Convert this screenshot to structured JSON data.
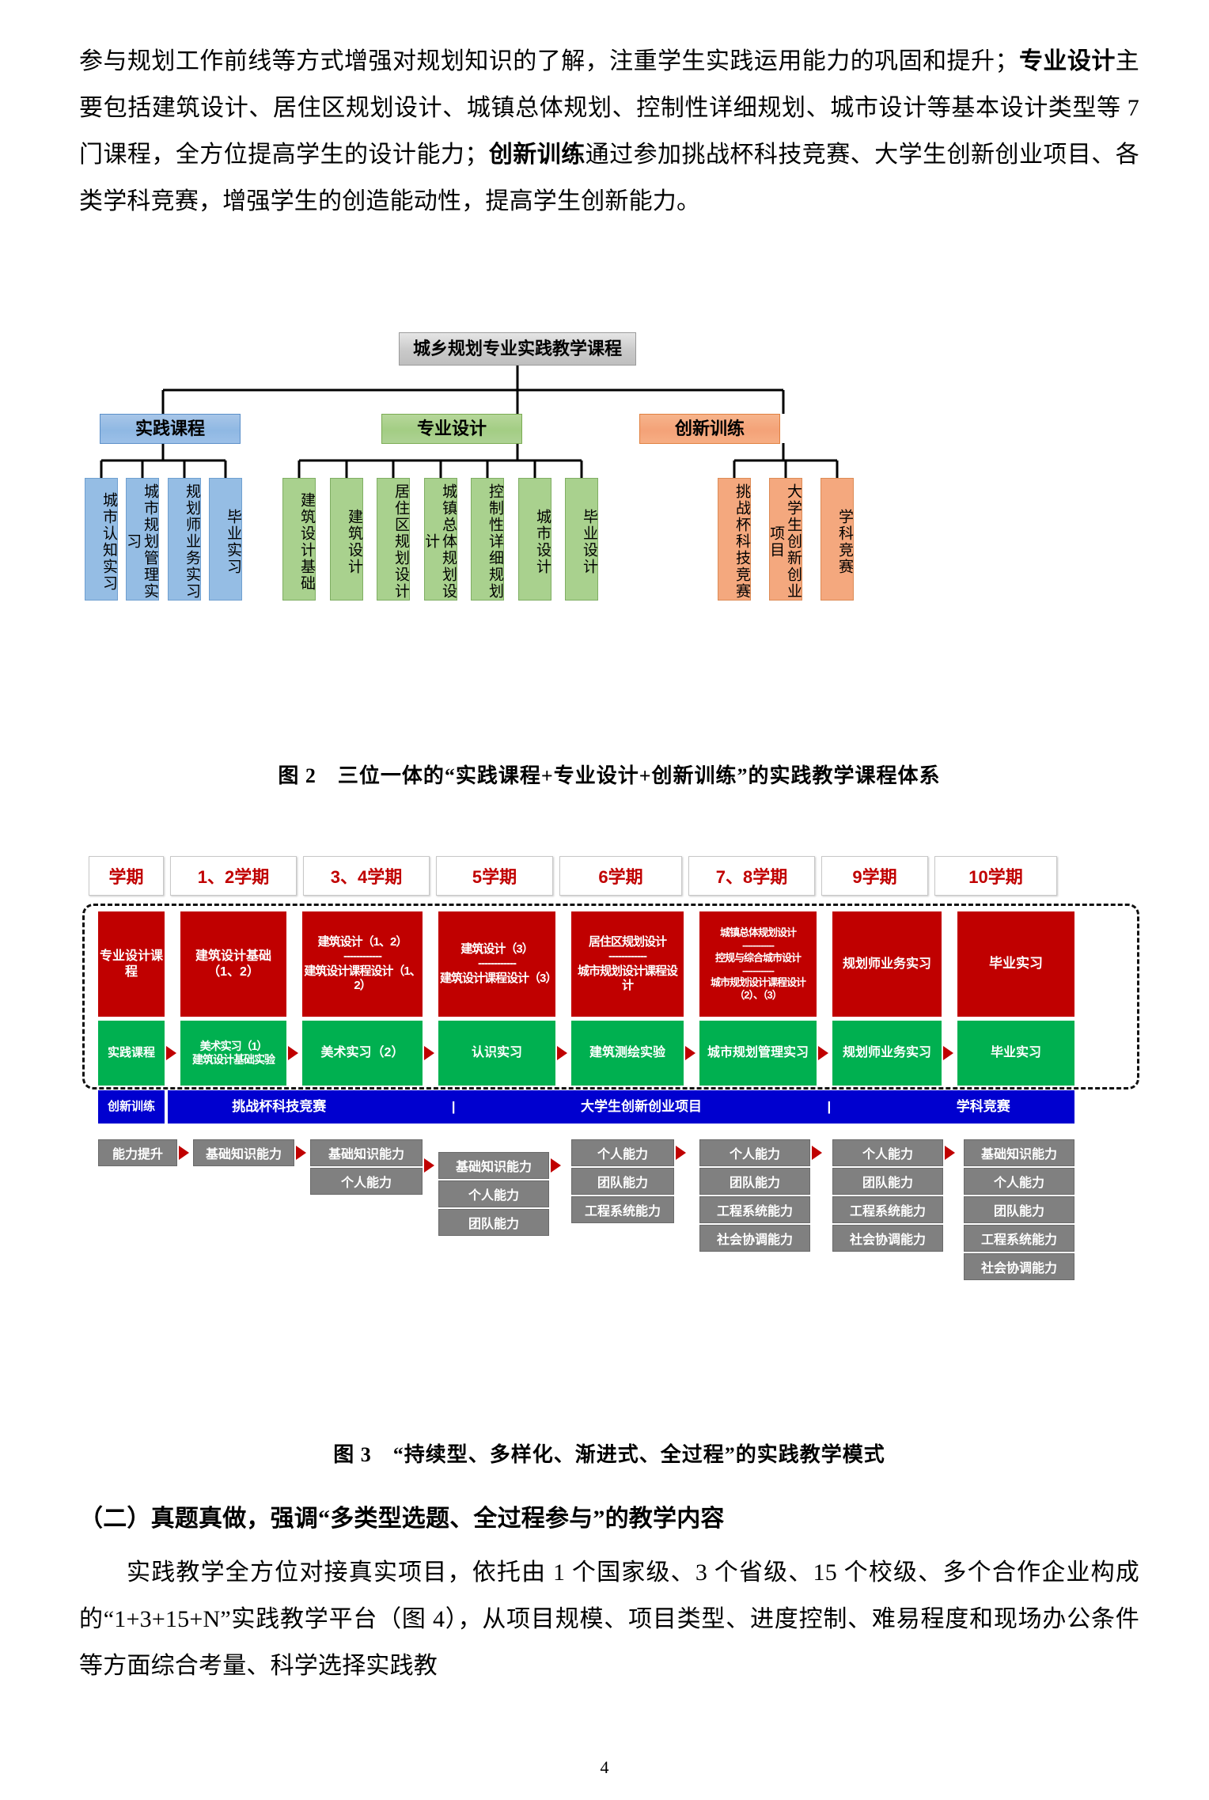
{
  "body_text": {
    "para1_lines": [
      "参与规划工作前线等方式增强对规划知识的了解，注重学生实践运用能力的巩",
      "固和提升；",
      "专业设计",
      "主要包括建筑设计、居住区规划设计、城镇总体规划、控",
      "制性详细规划、城市设计等基本设计类型等 7 门课程，全方位提高学生的设计",
      "能力；",
      "创新训练",
      "通过参加挑战杯科技竞赛、大学生创新创业项目、各类学科竞",
      "赛，增强学生的创造能动性，提高学生创新能力。"
    ],
    "para1_full": "参与规划工作前线等方式增强对规划知识的了解，注重学生实践运用能力的巩固和提升；专业设计主要包括建筑设计、居住区规划设计、城镇总体规划、控制性详细规划、城市设计等基本设计类型等 7 门课程，全方位提高学生的设计能力；创新训练通过参加挑战杯科技竞赛、大学生创新创业项目、各类学科竞赛，增强学生的创造能动性，提高学生创新能力。",
    "fig2_caption": "图 2　三位一体的“实践课程+专业设计+创新训练”的实践教学课程体系",
    "fig3_caption": "图 3　“持续型、多样化、渐进式、全过程”的实践教学模式",
    "heading2": "（二）真题真做，强调“多类型选题、全过程参与”的教学内容",
    "para2_full": "实践教学全方位对接真实项目，依托由 1 个国家级、3 个省级、15 个校级、多个合作企业构成的“1+3+15+N”实践教学平台（图 4），从项目规模、项目类型、进度控制、难易程度和现场办公条件等方面综合考量、科学选择实践教",
    "para2_lines": [
      "实践教学全方位对接真实项目，依托由 1 个国家级、3 个省级、15 个校级、",
      "多个合作企业构成的“1+3+15+N”实践教学平台（图 4），从项目规模、项目",
      "类型、进度控制、难易程度和现场办公条件等方面综合考量、科学选择实践教"
    ],
    "page_number": "4"
  },
  "figure2": {
    "root": "城乡规划专业实践教学课程",
    "categories": [
      {
        "label": "实践课程",
        "color": "#9cc0e8"
      },
      {
        "label": "专业设计",
        "color": "#a9d18e"
      },
      {
        "label": "创新训练",
        "color": "#f4a87e"
      }
    ],
    "branch1_leaves": [
      "城市认知实习",
      "城市规划管理实习",
      "规划师业务实习",
      "毕业实习"
    ],
    "branch2_leaves": [
      "建筑设计基础",
      "建筑设计",
      "居住区规划设计",
      "城镇总体规划设计",
      "控制性详细规划",
      "城市设计",
      "毕业设计"
    ],
    "branch3_leaves": [
      "挑战杯科技竞赛",
      "大学生创新创业项目",
      "学科竞赛"
    ]
  },
  "figure3": {
    "semesters": [
      "学期",
      "1、2学期",
      "3、4学期",
      "5学期",
      "6学期",
      "7、8学期",
      "9学期",
      "10学期"
    ],
    "row_design": {
      "label": "专业设计课程",
      "cells": [
        {
          "lines": [
            "建筑设计基础（1、2）"
          ]
        },
        {
          "lines": [
            "建筑设计（1、2）",
            "------------",
            "建筑设计课程设计（1、2）"
          ]
        },
        {
          "lines": [
            "建筑设计（3）",
            "------------",
            "建筑设计课程设计（3）"
          ]
        },
        {
          "lines": [
            "居住区规划设计",
            "------------",
            "城市规划设计课程设计"
          ]
        },
        {
          "lines": [
            "城镇总体规划设计",
            "------------",
            "控规与综合城市设计",
            "------------",
            "城市规划设计课程设计（2）、（3）"
          ]
        },
        {
          "lines": [
            "规划师业务实习"
          ]
        },
        {
          "lines": [
            "毕业实习"
          ]
        }
      ]
    },
    "row_practice": {
      "label": "实践课程",
      "cells": [
        {
          "lines": [
            "美术实习（1）",
            "建筑设计基础实验"
          ]
        },
        {
          "lines": [
            "美术实习（2）"
          ]
        },
        {
          "lines": [
            "认识实习"
          ]
        },
        {
          "lines": [
            "建筑测绘实验"
          ]
        },
        {
          "lines": [
            "城市规划管理实习"
          ]
        },
        {
          "lines": [
            "规划师业务实习"
          ]
        },
        {
          "lines": [
            "毕业实习"
          ]
        }
      ]
    },
    "row_innovation": {
      "label": "创新训练",
      "items": [
        "挑战杯科技竞赛",
        "大学生创新创业项目",
        "学科竞赛"
      ],
      "divider": "|"
    },
    "capability_row": {
      "first": "能力提升",
      "groups": [
        {
          "items": [
            "基础知识能力"
          ]
        },
        {
          "items": [
            "基础知识能力",
            "个人能力"
          ]
        },
        {
          "items": [
            "基础知识能力",
            "个人能力",
            "团队能力"
          ]
        },
        {
          "items": [
            "个人能力",
            "团队能力",
            "工程系统能力"
          ]
        },
        {
          "items": [
            "个人能力",
            "团队能力",
            "工程系统能力",
            "社会协调能力"
          ]
        },
        {
          "items": [
            "个人能力",
            "团队能力",
            "工程系统能力",
            "社会协调能力"
          ]
        },
        {
          "items": [
            "基础知识能力",
            "个人能力",
            "团队能力",
            "工程系统能力",
            "社会协调能力"
          ]
        }
      ]
    },
    "colors": {
      "design_row": "#c00000",
      "practice_row": "#00b050",
      "innovation_row": "#0000cf",
      "capability": "#808080",
      "semester_text": "#c00000"
    }
  }
}
